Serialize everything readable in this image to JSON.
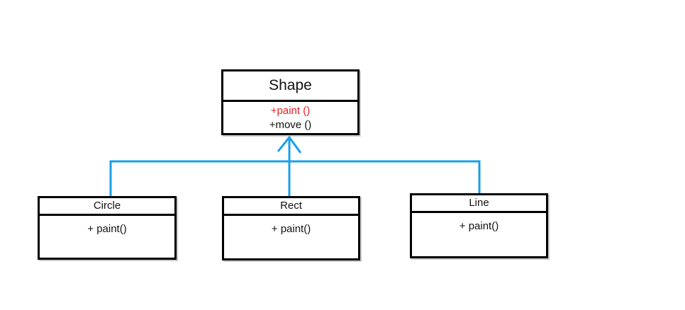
{
  "diagram": {
    "type": "uml-class-diagram",
    "background_color": "#ffffff",
    "border_color": "#000000",
    "connector_color": "#18a0e8",
    "highlight_color": "#ed1c24",
    "classes": [
      {
        "id": "shape",
        "name": "Shape",
        "methods": [
          {
            "label": "+paint ()",
            "color": "#ed1c24"
          },
          {
            "label": "+move ()",
            "color": "#111111"
          }
        ]
      },
      {
        "id": "circle",
        "name": "Circle",
        "methods": [
          {
            "label": "+ paint()",
            "color": "#111111"
          }
        ]
      },
      {
        "id": "rect",
        "name": "Rect",
        "methods": [
          {
            "label": "+ paint()",
            "color": "#111111"
          }
        ]
      },
      {
        "id": "line",
        "name": "Line",
        "methods": [
          {
            "label": "+ paint()",
            "color": "#111111"
          }
        ]
      }
    ],
    "relations": [
      {
        "type": "inheritance",
        "from": "Circle",
        "to": "Shape"
      },
      {
        "type": "inheritance",
        "from": "Rect",
        "to": "Shape"
      },
      {
        "type": "inheritance",
        "from": "Line",
        "to": "Shape"
      }
    ]
  }
}
